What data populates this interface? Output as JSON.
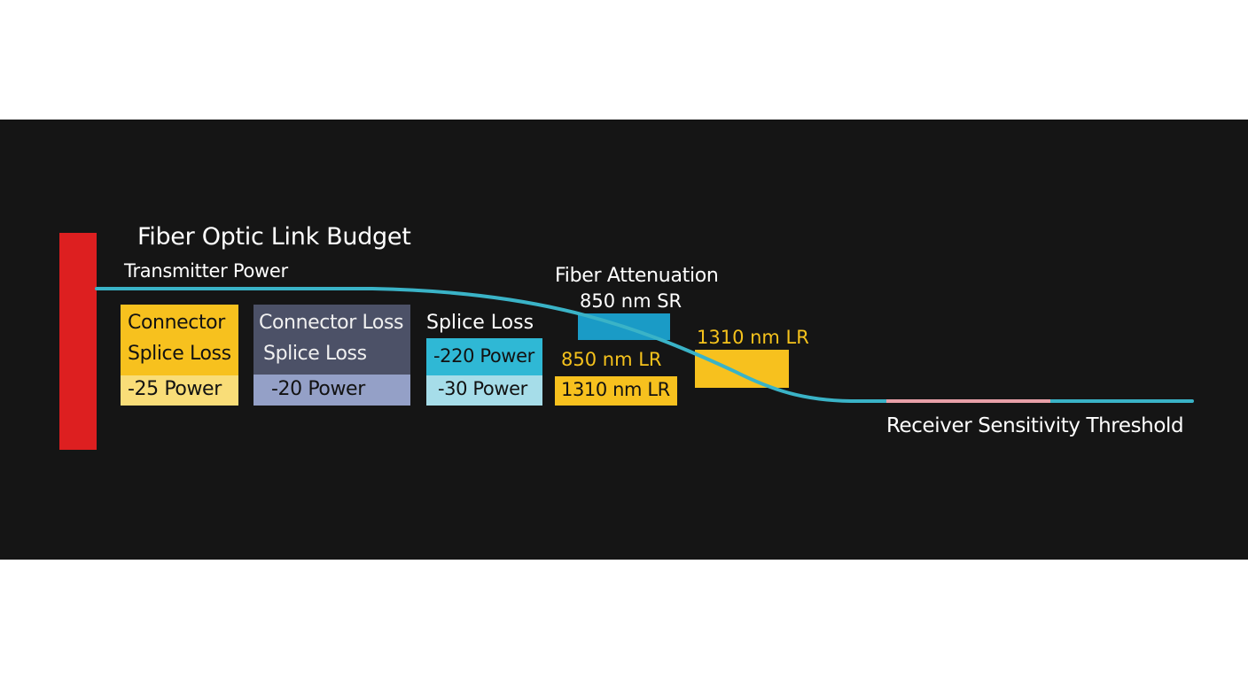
{
  "diagram": {
    "title": "Fiber Optic Link Budget",
    "transmitter_label": "Transmitter Power",
    "fiber_attenuation_label": "Fiber Attenuation",
    "receiver_label": "Receiver Sensitivity Threshold",
    "connector_splice": {
      "line1": "Connector",
      "line2": "Splice Loss",
      "power": "-25 Power"
    },
    "connector_loss": {
      "line1": "Connector Loss",
      "line2": "Splice Loss",
      "power": "-20 Power"
    },
    "splice_loss": {
      "title": "Splice Loss",
      "power_a": "-220 Power",
      "power_b": "-30 Power"
    },
    "wavelength_labels": {
      "sr_850": "850 nm SR",
      "lr_850": "850 nm LR",
      "lr_1310_box": "1310 nm LR",
      "lr_1310_step": "1310 nm LR"
    },
    "colors": {
      "background": "#151515",
      "transmitter_bar": "#dd1f20",
      "signal_line": "#3ab3c7",
      "threshold_marker": "#e8a0a8",
      "yellow": "#f7c11e",
      "cyan": "#2fb8d5",
      "slate": "#4c5167"
    }
  }
}
